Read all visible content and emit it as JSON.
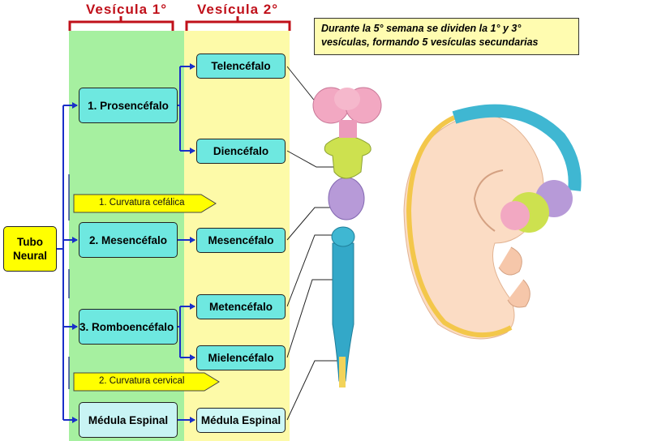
{
  "headers": {
    "primary": "Vesícula 1°",
    "secondary": "Vesícula 2°"
  },
  "note": "Durante la 5° semana se dividen la 1° y 3° vesículas, formando 5 vesículas secundarias",
  "origin": {
    "label": "Tubo Neural"
  },
  "primary_vesicles": [
    {
      "label": "1. Prosencéfalo"
    },
    {
      "label": "2. Mesencéfalo"
    },
    {
      "label": "3. Romboencéfalo"
    },
    {
      "label": "Médula Espinal"
    }
  ],
  "secondary_vesicles": [
    {
      "label": "Telencéfalo"
    },
    {
      "label": "Diencéfalo"
    },
    {
      "label": "Mesencéfalo"
    },
    {
      "label": "Metencéfalo"
    },
    {
      "label": "Mielencéfalo"
    },
    {
      "label": "Médula Espinal"
    }
  ],
  "flexures": [
    {
      "label": "1. Curvatura cefálica"
    },
    {
      "label": "2. Curvatura cervical"
    }
  ],
  "colors": {
    "primary_column": "#a6f0a0",
    "secondary_column": "#fdfaa8",
    "bracket": "#c0101a",
    "connector": "#1a2fc8",
    "box_fill": "#6ee8e0",
    "origin_fill": "#ffff00"
  }
}
